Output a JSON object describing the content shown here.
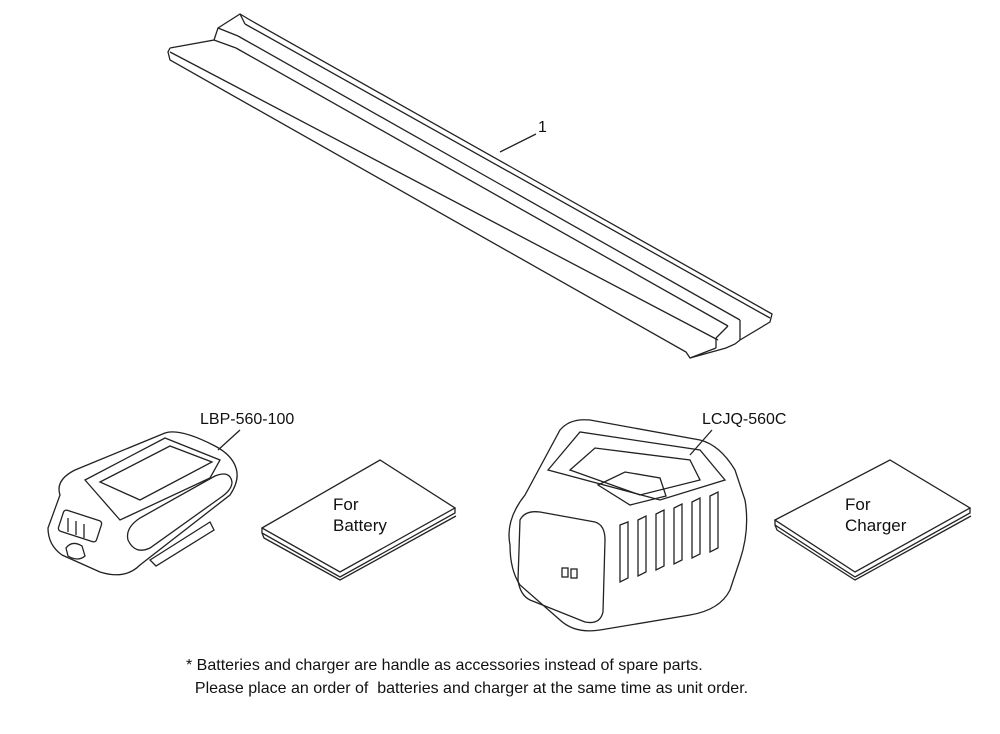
{
  "parts": [
    {
      "callout": "1",
      "name": "rail"
    },
    {
      "callout": "LBP-560-100",
      "name": "battery"
    },
    {
      "callout": "LCJQ-560C",
      "name": "charger"
    }
  ],
  "manuals": [
    {
      "line1": "For",
      "line2": "Battery"
    },
    {
      "line1": "For",
      "line2": "Charger"
    }
  ],
  "notes": {
    "line1": "* Batteries and charger are handle as accessories instead of spare parts.",
    "line2": "  Please place an order of  batteries and charger at the same time as unit order."
  }
}
